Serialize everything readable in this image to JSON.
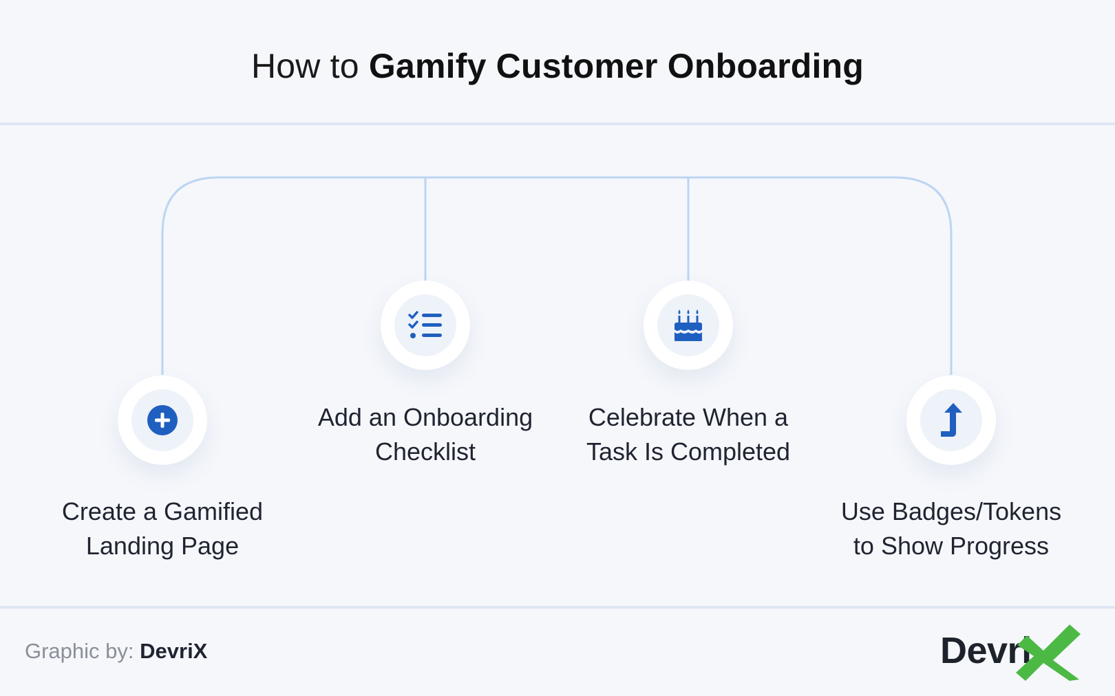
{
  "title": {
    "prefix": "How to",
    "emphasis": "Gamify Customer Onboarding"
  },
  "steps": [
    {
      "label_line1": "Create a Gamified",
      "label_line2": "Landing Page",
      "icon": "plus-circle-icon"
    },
    {
      "label_line1": "Add an Onboarding",
      "label_line2": "Checklist",
      "icon": "checklist-icon"
    },
    {
      "label_line1": "Celebrate When a",
      "label_line2": "Task Is Completed",
      "icon": "birthday-cake-icon"
    },
    {
      "label_line1": "Use Badges/Tokens",
      "label_line2": "to Show Progress",
      "icon": "arrow-up-icon"
    }
  ],
  "footer": {
    "credit_prefix": "Graphic by:",
    "credit_name": "DevriX",
    "logo_text": "Devri"
  },
  "colors": {
    "accent": "#1f5fbf",
    "connector": "#bcd5f1",
    "logo_green": "#4cb944",
    "background": "#f5f7fb"
  }
}
